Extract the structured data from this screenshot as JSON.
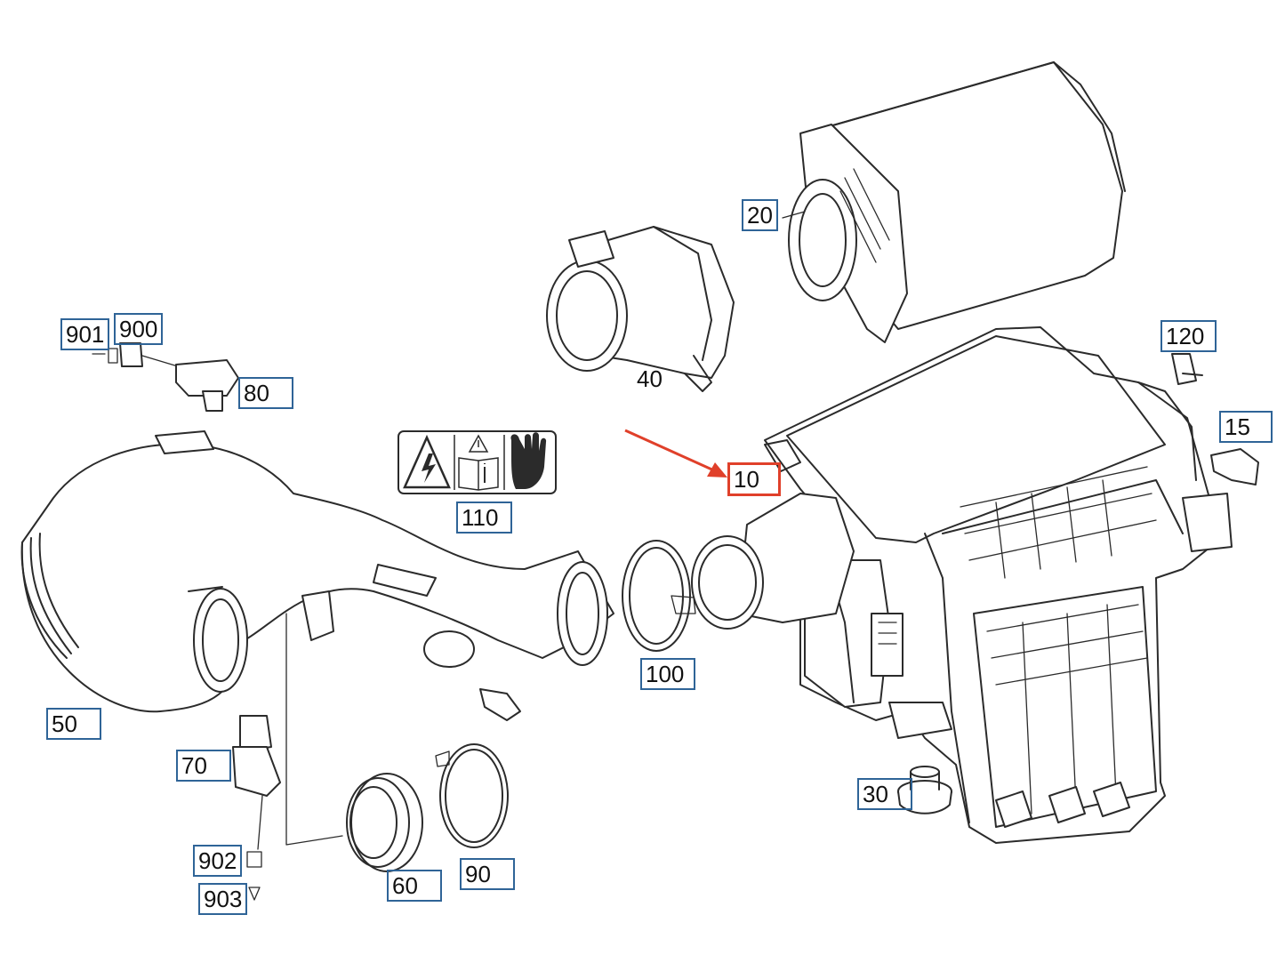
{
  "diagram": {
    "callouts": [
      {
        "id": "20",
        "text": "20"
      },
      {
        "id": "40",
        "text": "40"
      },
      {
        "id": "901",
        "text": "901"
      },
      {
        "id": "900",
        "text": "900"
      },
      {
        "id": "80",
        "text": "80"
      },
      {
        "id": "120",
        "text": "120"
      },
      {
        "id": "15",
        "text": "15"
      },
      {
        "id": "10",
        "text": "10"
      },
      {
        "id": "110",
        "text": "110"
      },
      {
        "id": "100",
        "text": "100"
      },
      {
        "id": "50",
        "text": "50"
      },
      {
        "id": "70",
        "text": "70"
      },
      {
        "id": "30",
        "text": "30"
      },
      {
        "id": "902",
        "text": "902"
      },
      {
        "id": "903",
        "text": "903"
      },
      {
        "id": "60",
        "text": "60"
      },
      {
        "id": "90",
        "text": "90"
      }
    ],
    "highlight_callout": "10",
    "colors": {
      "callout_border": "#2f6497",
      "highlight_border": "#e0402a",
      "arrow": "#e0402a",
      "line_art": "#2b2b2b"
    },
    "icons": [
      "high-voltage-warning-icon",
      "read-manual-icon",
      "protective-glove-icon"
    ]
  }
}
